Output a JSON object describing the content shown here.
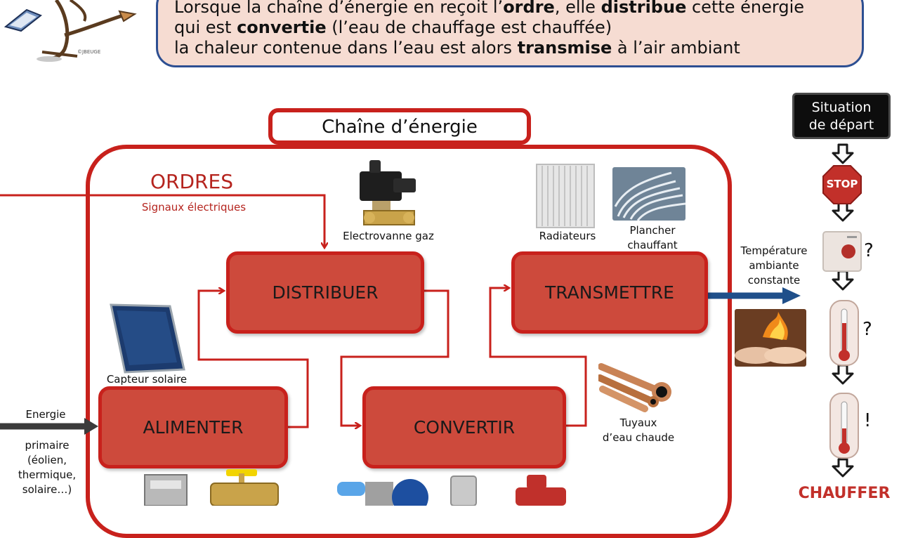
{
  "bubble": {
    "line1_a": "Lorsque la chaîne d’énergie en reçoit l’",
    "line1_b": "ordre",
    "line1_c": ", elle ",
    "line1_d": "distribue",
    "line1_e": " cette énergie",
    "line2_a": "qui est ",
    "line2_b": "convertie",
    "line2_c": " (l’eau de chauffage est chauffée)",
    "line3_a": "la chaleur contenue dans l’eau est alors ",
    "line3_b": "transmise",
    "line3_c": " à l’air ambiant"
  },
  "chain": {
    "title": "Chaîne d’énergie",
    "orders_label": "ORDRES",
    "orders_sub": "Signaux électriques",
    "boxes": {
      "distribuer": "DISTRIBUER",
      "transmettre": "TRANSMETTRE",
      "alimenter": "ALIMENTER",
      "convertir": "CONVERTIR"
    },
    "captions": {
      "electrovanne": "Electrovanne gaz",
      "radiateurs": "Radiateurs",
      "plancher_1": "Plancher",
      "plancher_2": "chauffant",
      "capteur": "Capteur solaire",
      "tuyaux_1": "Tuyaux",
      "tuyaux_2": "d’eau chaude"
    },
    "input": {
      "l1": "Energie",
      "l2": "primaire",
      "l3": "(éolien,",
      "l4": "thermique,",
      "l5": "solaire…)"
    },
    "output": {
      "l1": "Température",
      "l2": "ambiante",
      "l3": "constante"
    }
  },
  "sequence": {
    "start_1": "Situation",
    "start_2": "de départ",
    "stop": "STOP",
    "q1": "?",
    "q2": "?",
    "excl": "!",
    "end": "CHAUFFER"
  },
  "colors": {
    "frame_red": "#c8211c",
    "box_fill": "#cd4a3c",
    "bubble_fill": "#f6dcd2",
    "bubble_border": "#2d4f92",
    "arrow_blue": "#1f4f8a"
  }
}
